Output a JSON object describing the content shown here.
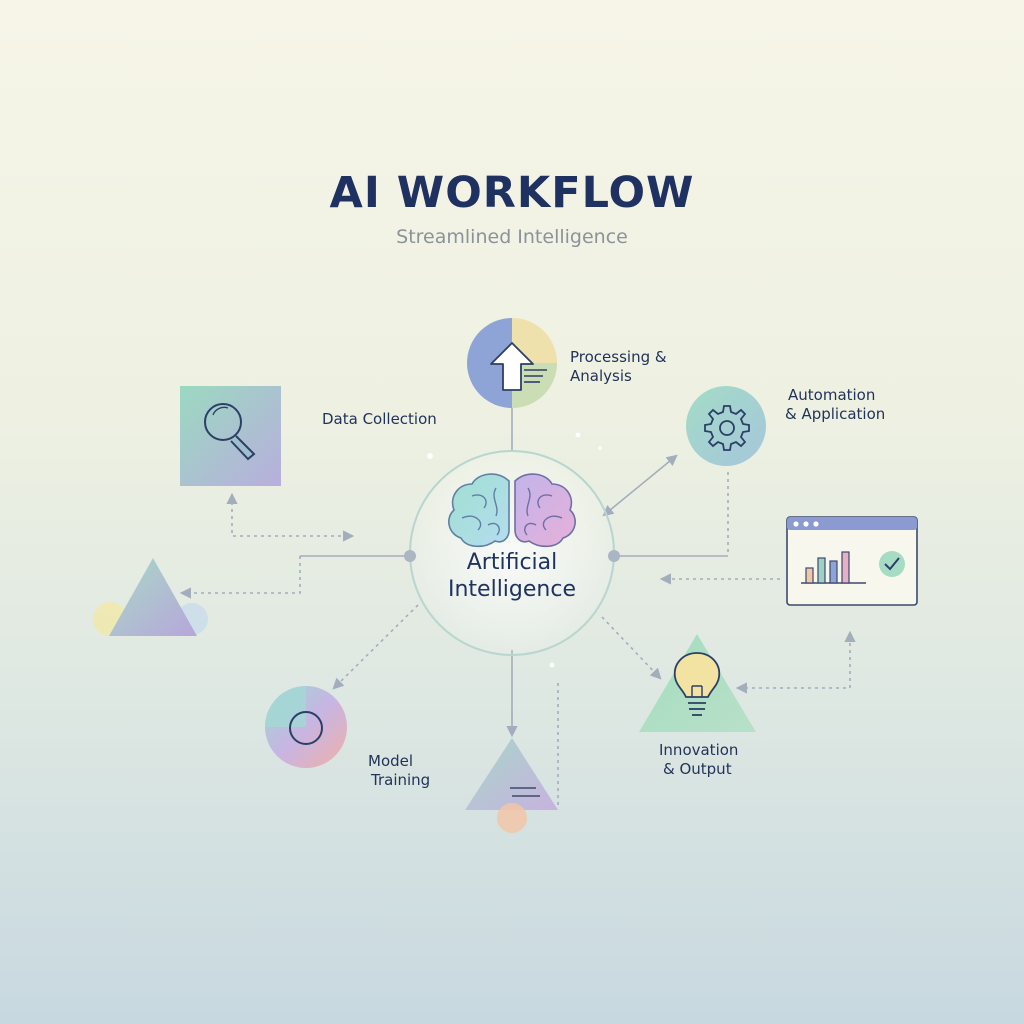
{
  "header": {
    "title": "AI WORKFLOW",
    "subtitle": "Streamlined Intelligence"
  },
  "center": {
    "line1": "Artificial",
    "line2": "Intelligence",
    "icon": "brain-icon"
  },
  "nodes": {
    "data_collection": {
      "line1": "Data Collection",
      "icon": "magnifier-icon"
    },
    "processing": {
      "line1": "Processing &",
      "line2": "Analysis",
      "icon": "upload-arrow-icon"
    },
    "automation": {
      "line1": "Automation",
      "line2": "& Application",
      "icon": "gear-icon"
    },
    "model_training": {
      "line1": "Model",
      "line2": "Training",
      "icon": "ring-icon"
    },
    "innovation": {
      "line1": "Innovation",
      "line2": "& Output",
      "icon": "lightbulb-icon"
    },
    "dashboard": {
      "icon": "dashboard-chart-icon",
      "check_icon": "check-icon"
    }
  },
  "colors": {
    "title": "#1e3160",
    "connector": "#a3adbc",
    "circle_stroke": "#b8d6cf",
    "mint": "#a8dcc4",
    "lavender": "#b9a9dc",
    "peach": "#f2c6a7",
    "yellow": "#f2e6a4",
    "blue": "#8ea4d6"
  }
}
